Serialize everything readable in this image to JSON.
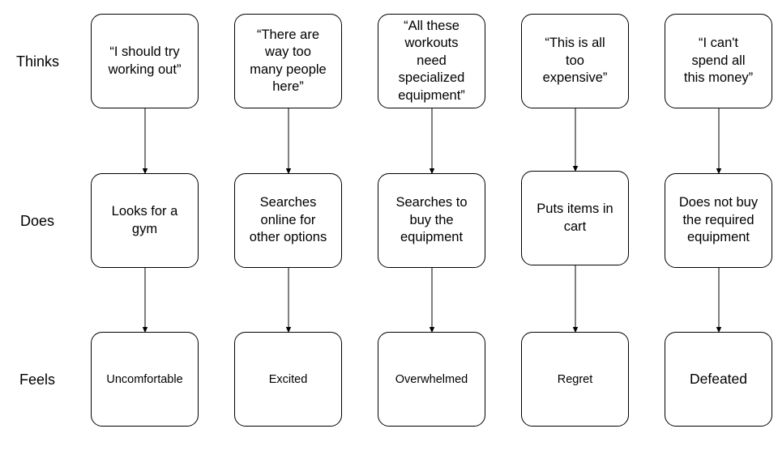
{
  "rows": {
    "thinks": "Thinks",
    "does": "Does",
    "feels": "Feels"
  },
  "columns": [
    {
      "thinks": "“I should try\nworking out”",
      "does": "Looks for a\ngym",
      "feels": "Uncomfortable"
    },
    {
      "thinks": "“There are\nway too\nmany people\nhere”",
      "does": "Searches\nonline for\nother options",
      "feels": "Excited"
    },
    {
      "thinks": "“All these\nworkouts\nneed\nspecialized\nequipment”",
      "does": "Searches to\nbuy the\nequipment",
      "feels": "Overwhelmed"
    },
    {
      "thinks": "“This is all\ntoo\nexpensive”",
      "does": "Puts items in\ncart",
      "feels": "Regret"
    },
    {
      "thinks": "“I can't\nspend all\nthis money”",
      "does": "Does not buy\nthe required\nequipment",
      "feels": "Defeated"
    }
  ]
}
